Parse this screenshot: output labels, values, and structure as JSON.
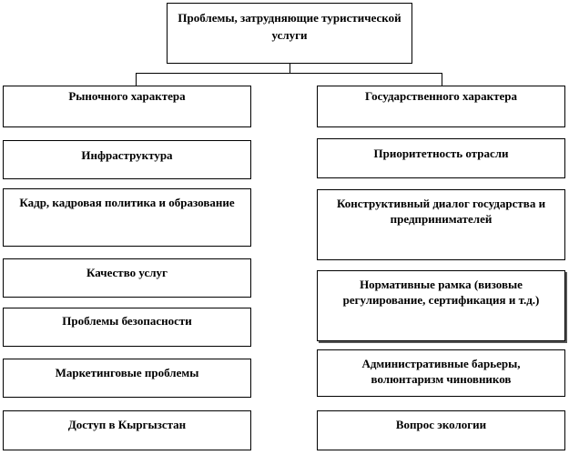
{
  "root": {
    "label": "Проблемы, затрудняющие туристической услуги"
  },
  "left_branch": {
    "header": "Рыночного характера",
    "items": [
      "Инфраструктура",
      "Кадр, кадровая политика и образование",
      "Качество услуг",
      "Проблемы безопасности",
      "Маркетинговые проблемы",
      "Доступ в Кыргызстан"
    ]
  },
  "right_branch": {
    "header": "Государственного характера",
    "items": [
      "Приоритетность отрасли",
      "Конструктивный диалог государства и предпринимателей",
      "Нормативные рамка (визовые регулирование, сертификация и т.д.)",
      "Административные барьеры, волюнтаризм чиновников",
      "Вопрос экологии"
    ]
  }
}
